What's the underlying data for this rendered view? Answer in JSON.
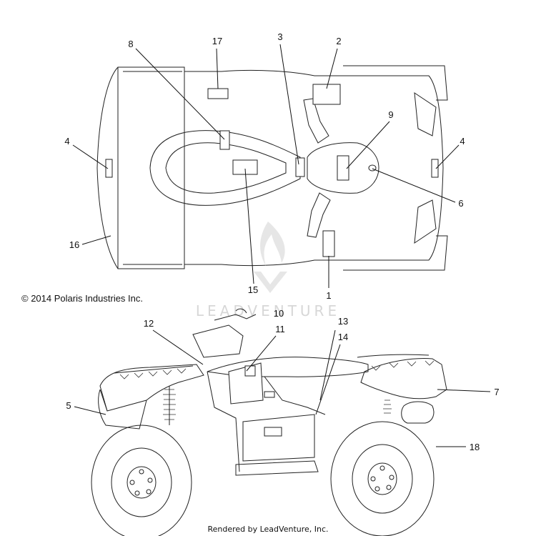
{
  "copyright": "© 2014 Polaris Industries Inc.",
  "watermark": "LEADVENTURE",
  "footer": "Rendered by LeadVenture, Inc.",
  "callouts": {
    "c1": "1",
    "c2": "2",
    "c3": "3",
    "c4a": "4",
    "c4b": "4",
    "c5": "5",
    "c6": "6",
    "c7": "7",
    "c8": "8",
    "c9": "9",
    "c10": "10",
    "c11": "11",
    "c12": "12",
    "c13": "13",
    "c14": "14",
    "c15": "15",
    "c16": "16",
    "c17": "17",
    "c18": "18"
  }
}
